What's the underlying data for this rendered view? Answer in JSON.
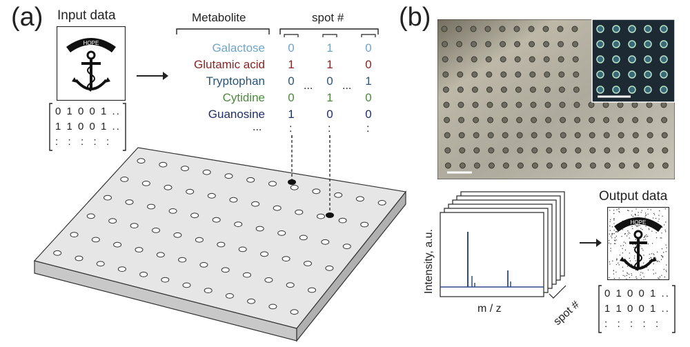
{
  "panel_a": {
    "label": "(a)",
    "input_caption": "Input data",
    "emblem_text": "HOPE",
    "input_matrix": [
      "0 1 0 0 1 ..",
      "1 1 0 0 1 ..",
      ":  :  :  :  :"
    ],
    "col_header_metabolite": "Metabolite",
    "col_header_spot": "spot #",
    "metabolites": [
      {
        "name": "Galactose",
        "color": "#6fa5c9",
        "bits": [
          "0",
          "1",
          "0"
        ]
      },
      {
        "name": "Glutamic acid",
        "color": "#8b2323",
        "bits": [
          "1",
          "1",
          "0"
        ]
      },
      {
        "name": "Tryptophan",
        "color": "#2a5577",
        "bits": [
          "0",
          "0",
          "1"
        ]
      },
      {
        "name": "Cytidine",
        "color": "#4a8a3a",
        "bits": [
          "0",
          "1",
          "0"
        ]
      },
      {
        "name": "Guanosine",
        "color": "#1f2f6a",
        "bits": [
          "1",
          "0",
          "0"
        ]
      }
    ],
    "more_rows": "...",
    "ellipsis": "...",
    "vdots": ":"
  },
  "panel_b": {
    "label": "(b)",
    "y_axis_label": "Intensity, a.u.",
    "x_axis_label": "m / z",
    "stack_label": "spot #",
    "output_caption": "Output data",
    "emblem_text": "HOPE",
    "output_matrix": [
      "0 1 0 0 1 ..",
      "1 1 0 0 1 ..",
      ":  :  :  :  :"
    ],
    "spectrum_color": "#2b4a8a"
  }
}
